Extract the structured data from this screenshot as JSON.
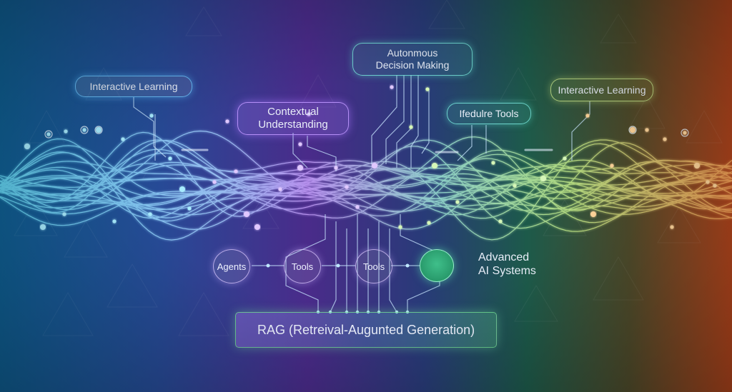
{
  "labels": {
    "interactive_learning_left": "Interactive Learning",
    "autonomous_line1": "Autonmous",
    "autonomous_line2": "Decision Making",
    "contextual_line1": "Contextual",
    "contextual_line2": "Understanding",
    "lifecycle_tools": "Ifedulre Tools",
    "interactive_learning_right": "Interactive Learning",
    "agents_node": "Agents",
    "tools_node_1": "Tools",
    "tools_node_2": "Tools",
    "advanced_line1": "Advanced",
    "advanced_line2": "AI Systems",
    "rag_box": "RAG (Retreival-Augunted Generation)"
  },
  "colors": {
    "left_blue": "#0f5f93",
    "purple": "#4a2b8a",
    "green": "#1d5a4a",
    "right_orange": "#b0441c",
    "accent_cyan": "#7fe6ff"
  }
}
